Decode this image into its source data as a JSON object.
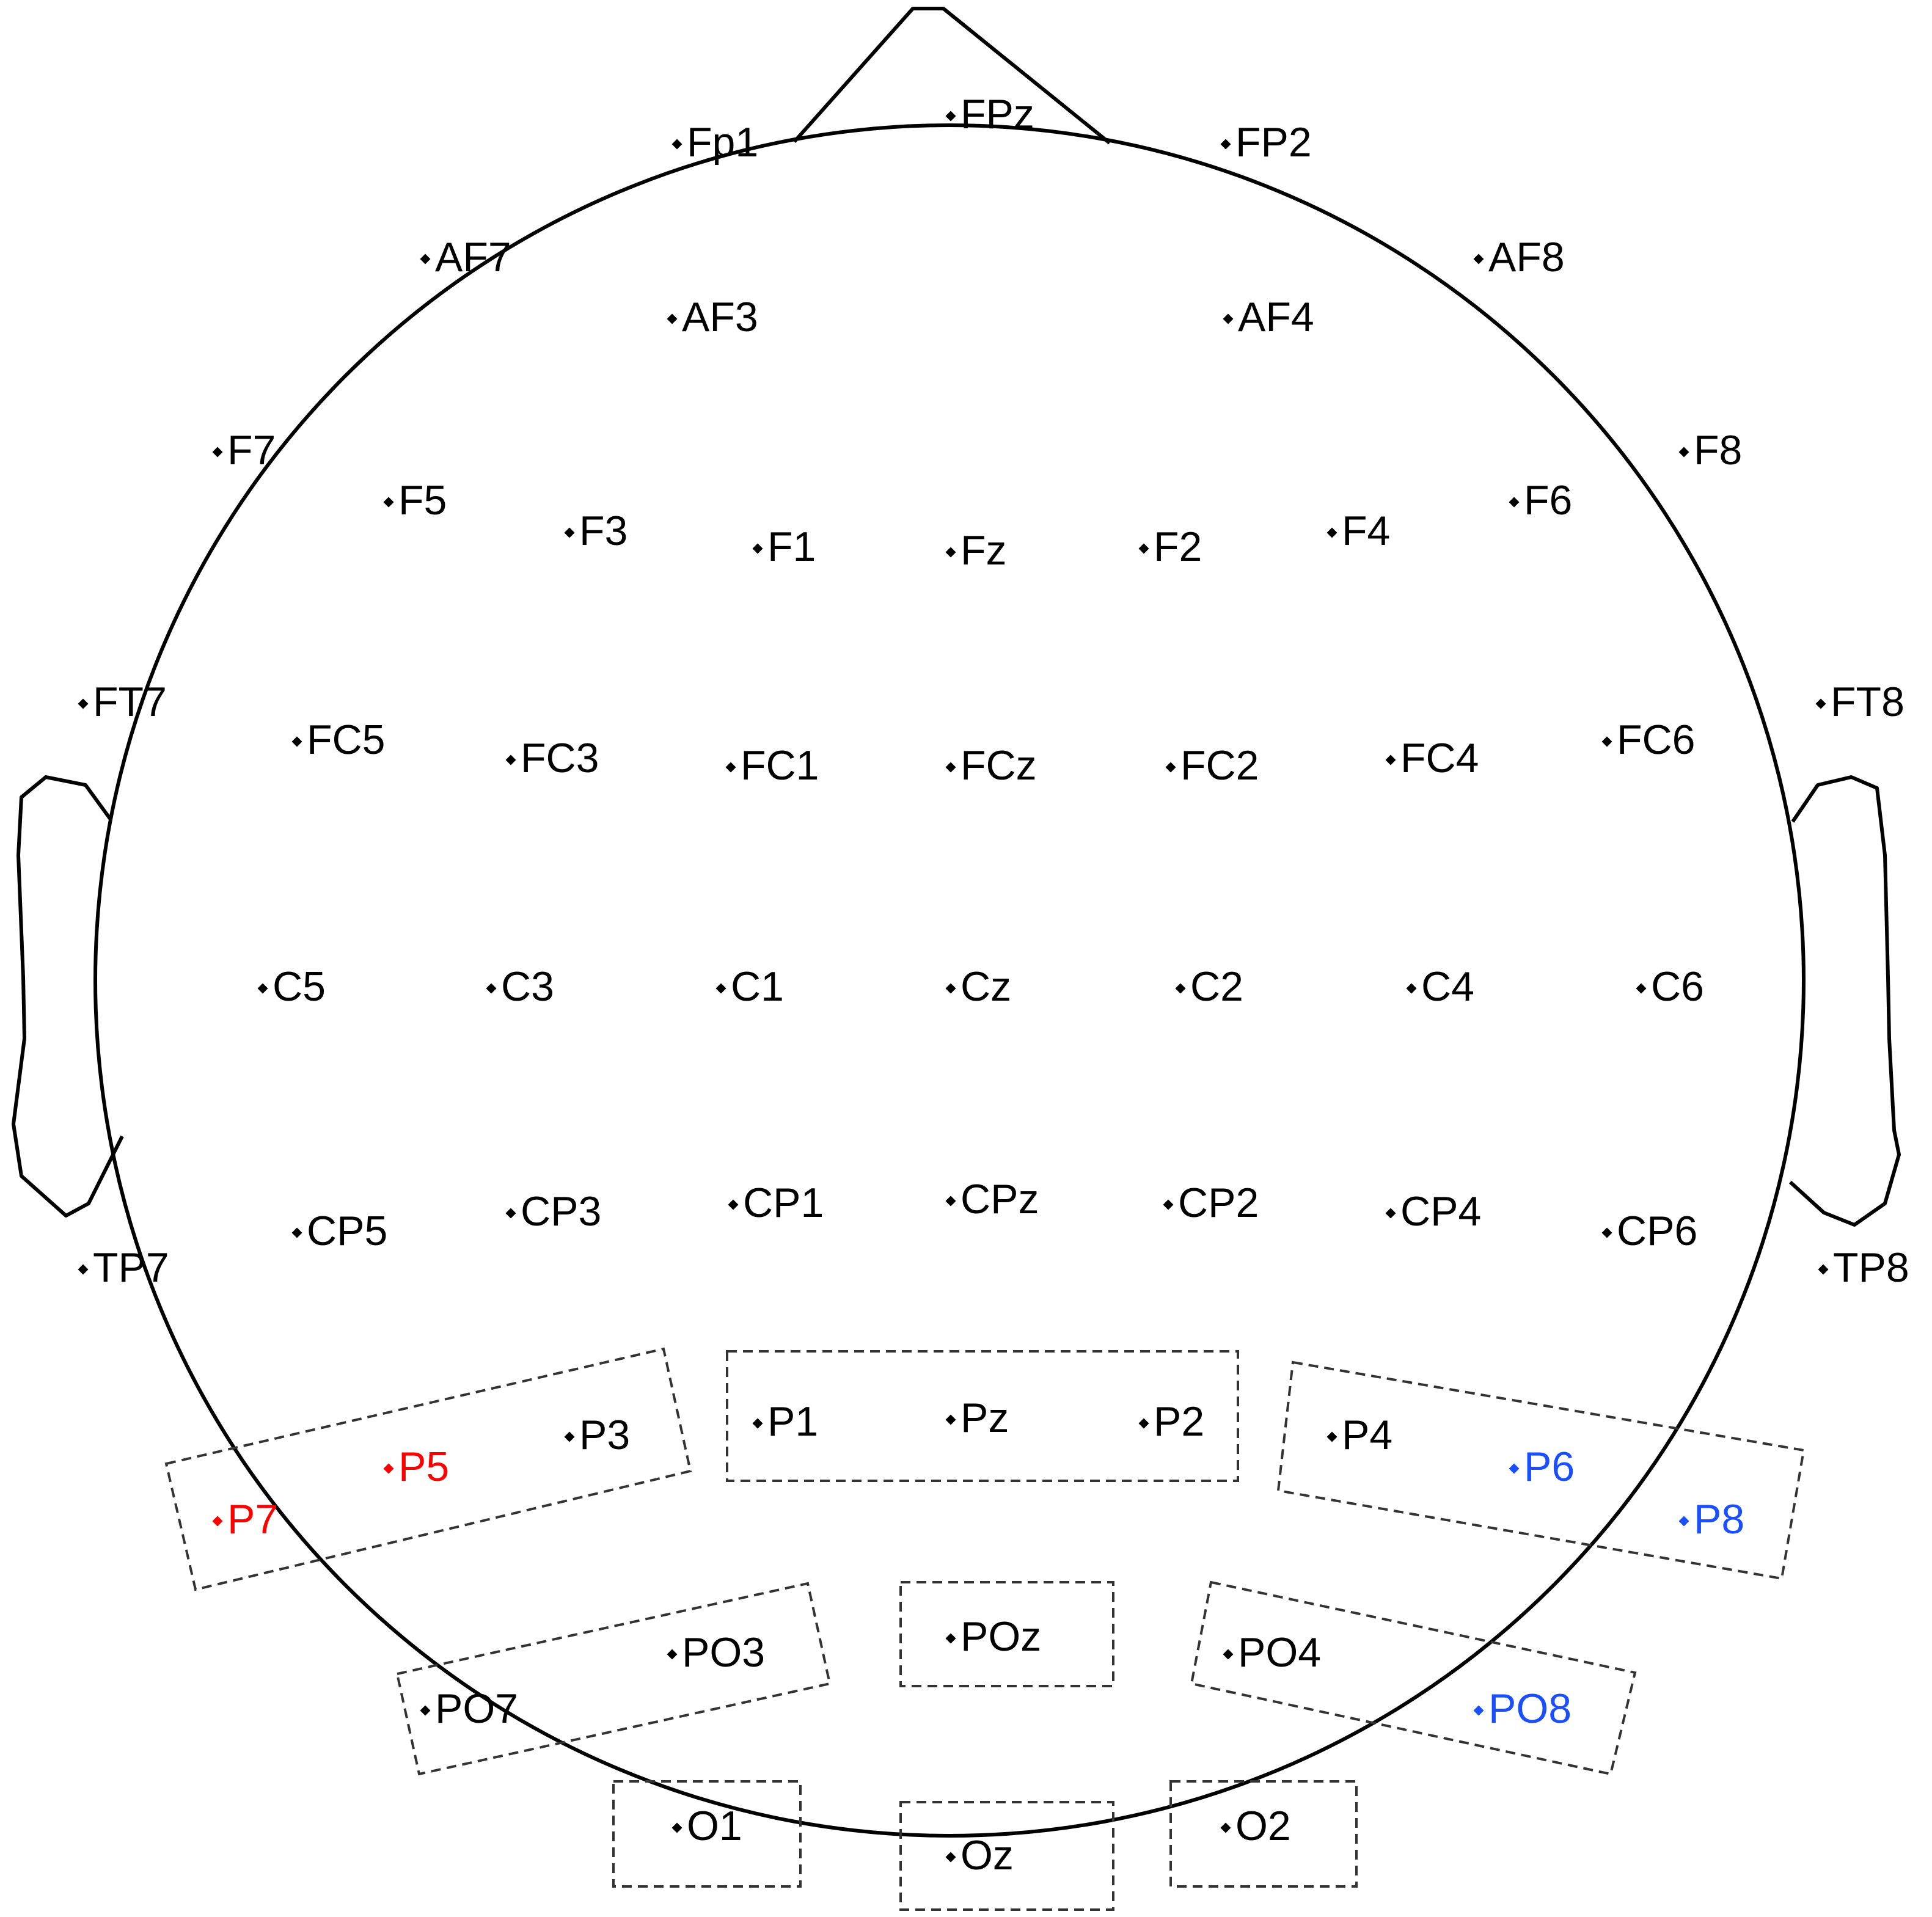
{
  "colors": {
    "default": "#000000",
    "left_highlight": "#ff0000",
    "right_highlight": "#1a4fff",
    "roi_box": "#333333",
    "head_outline": "#000000"
  },
  "electrodes": [
    {
      "label": "Fp1",
      "color": "default"
    },
    {
      "label": "FPz",
      "color": "default"
    },
    {
      "label": "FP2",
      "color": "default"
    },
    {
      "label": "AF7",
      "color": "default"
    },
    {
      "label": "AF3",
      "color": "default"
    },
    {
      "label": "AF4",
      "color": "default"
    },
    {
      "label": "AF8",
      "color": "default"
    },
    {
      "label": "F7",
      "color": "default"
    },
    {
      "label": "F5",
      "color": "default"
    },
    {
      "label": "F3",
      "color": "default"
    },
    {
      "label": "F1",
      "color": "default"
    },
    {
      "label": "Fz",
      "color": "default"
    },
    {
      "label": "F2",
      "color": "default"
    },
    {
      "label": "F4",
      "color": "default"
    },
    {
      "label": "F6",
      "color": "default"
    },
    {
      "label": "F8",
      "color": "default"
    },
    {
      "label": "FT7",
      "color": "default"
    },
    {
      "label": "FC5",
      "color": "default"
    },
    {
      "label": "FC3",
      "color": "default"
    },
    {
      "label": "FC1",
      "color": "default"
    },
    {
      "label": "FCz",
      "color": "default"
    },
    {
      "label": "FC2",
      "color": "default"
    },
    {
      "label": "FC4",
      "color": "default"
    },
    {
      "label": "FC6",
      "color": "default"
    },
    {
      "label": "FT8",
      "color": "default"
    },
    {
      "label": "C5",
      "color": "default"
    },
    {
      "label": "C3",
      "color": "default"
    },
    {
      "label": "C1",
      "color": "default"
    },
    {
      "label": "Cz",
      "color": "default"
    },
    {
      "label": "C2",
      "color": "default"
    },
    {
      "label": "C4",
      "color": "default"
    },
    {
      "label": "C6",
      "color": "default"
    },
    {
      "label": "TP7",
      "color": "default"
    },
    {
      "label": "CP5",
      "color": "default"
    },
    {
      "label": "CP3",
      "color": "default"
    },
    {
      "label": "CP1",
      "color": "default"
    },
    {
      "label": "CPz",
      "color": "default"
    },
    {
      "label": "CP2",
      "color": "default"
    },
    {
      "label": "CP4",
      "color": "default"
    },
    {
      "label": "CP6",
      "color": "default"
    },
    {
      "label": "TP8",
      "color": "default"
    },
    {
      "label": "P7",
      "color": "left_highlight"
    },
    {
      "label": "P5",
      "color": "left_highlight"
    },
    {
      "label": "P3",
      "color": "default"
    },
    {
      "label": "P1",
      "color": "default"
    },
    {
      "label": "Pz",
      "color": "default"
    },
    {
      "label": "P2",
      "color": "default"
    },
    {
      "label": "P4",
      "color": "default"
    },
    {
      "label": "P6",
      "color": "right_highlight"
    },
    {
      "label": "P8",
      "color": "right_highlight"
    },
    {
      "label": "PO7",
      "color": "default"
    },
    {
      "label": "PO3",
      "color": "default"
    },
    {
      "label": "POz",
      "color": "default"
    },
    {
      "label": "PO4",
      "color": "default"
    },
    {
      "label": "PO8",
      "color": "right_highlight"
    },
    {
      "label": "O1",
      "color": "default"
    },
    {
      "label": "Oz",
      "color": "default"
    },
    {
      "label": "O2",
      "color": "default"
    }
  ],
  "regions": [
    {
      "id": "left-parietal",
      "members": [
        "P7",
        "P5",
        "P3"
      ]
    },
    {
      "id": "midline-parietal",
      "members": [
        "P1",
        "Pz",
        "P2"
      ]
    },
    {
      "id": "right-parietal",
      "members": [
        "P4",
        "P6",
        "P8"
      ]
    },
    {
      "id": "left-parieto-occipital",
      "members": [
        "PO7",
        "PO3"
      ]
    },
    {
      "id": "midline-parieto-occipital",
      "members": [
        "POz"
      ]
    },
    {
      "id": "right-parieto-occipital",
      "members": [
        "PO4",
        "PO8"
      ]
    },
    {
      "id": "left-occipital",
      "members": [
        "O1"
      ]
    },
    {
      "id": "midline-occipital",
      "members": [
        "Oz"
      ]
    },
    {
      "id": "right-occipital",
      "members": [
        "O2"
      ]
    }
  ]
}
